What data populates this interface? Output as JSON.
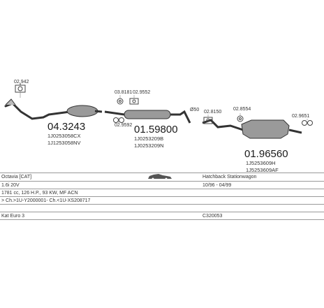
{
  "parts": {
    "clamp_left": "02.942",
    "downpipe_number": "04.3243",
    "downpipe_code1": "1J0253058CX",
    "downpipe_code2": "1J1253058NV",
    "mid_gasket": "03.8181",
    "mid_clamp": "02.9552",
    "mid_hanger": "02.9592",
    "mid_number": "01.59800",
    "mid_code1": "1J0253209B",
    "mid_code2": "1J0253209N",
    "pipe_diameter": "Ø50",
    "rear_clamp": "02.8150",
    "rear_ring": "02.8554",
    "rear_hanger": "02.9651",
    "rear_number": "01.96560",
    "rear_code1": "1J5253609H",
    "rear_code2": "1J5253609AF"
  },
  "spec": {
    "model": "Octavia  [CAT]",
    "body": "Hatchback Stationwagon",
    "engine": "1.6i 20V",
    "years": "10/96 - 04/99",
    "displacement": "1781 cc, 126 H.P., 93 KW, MF ACN",
    "chassis": "> Ch.>1U-Y2000001- Ch.<1U-XS208717",
    "norm": "Kat Euro 3",
    "code": "C320053"
  },
  "icons": {
    "brand": "car-silhouette-icon"
  }
}
